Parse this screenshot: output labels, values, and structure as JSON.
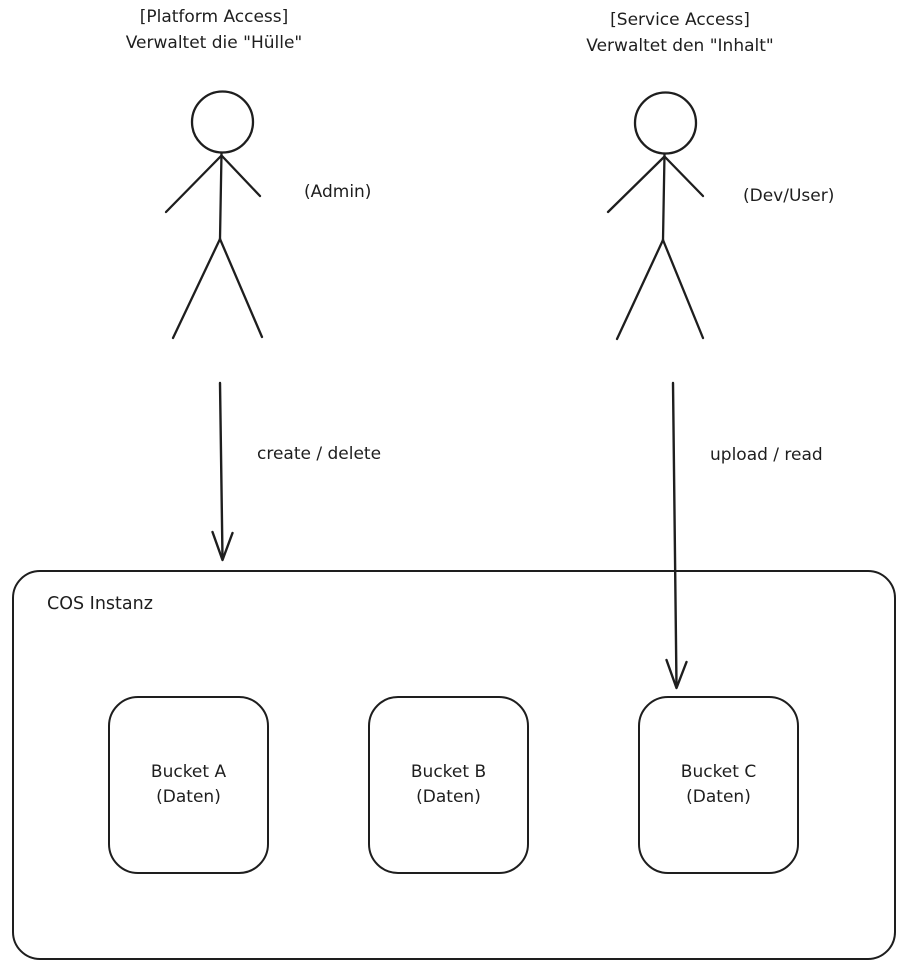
{
  "canvas": {
    "background": "#ffffff",
    "stroke_color": "#1e1e1e",
    "text_color": "#1e1e1e"
  },
  "actors": [
    {
      "header_line1": "[Platform Access]",
      "header_line2": "Verwaltet die \"Hülle\"",
      "role_label": "(Admin)"
    },
    {
      "header_line1": "[Service Access]",
      "header_line2": "Verwaltet den \"Inhalt\"",
      "role_label": "(Dev/User)"
    }
  ],
  "arrows": [
    {
      "label": "create / delete",
      "from": "Admin",
      "to": "COS Instanz"
    },
    {
      "label": "upload / read",
      "from": "Dev/User",
      "to": "Bucket C"
    }
  ],
  "cos_box": {
    "title": "COS Instanz",
    "buckets": [
      {
        "name": "Bucket A",
        "sub": "(Daten)"
      },
      {
        "name": "Bucket B",
        "sub": "(Daten)"
      },
      {
        "name": "Bucket C",
        "sub": "(Daten)"
      }
    ]
  }
}
